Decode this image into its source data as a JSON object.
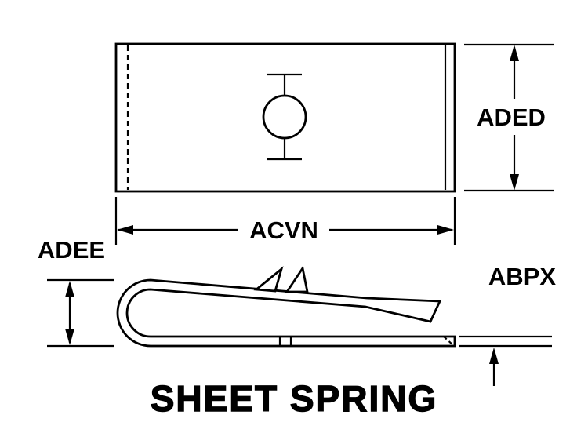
{
  "title": "SHEET SPRING",
  "labels": {
    "top_view_height": "ADED",
    "overall_width": "ACVN",
    "side_view_height": "ADEE",
    "material_thickness": "ABPX"
  },
  "colors": {
    "line": "#000000",
    "background": "#ffffff"
  }
}
